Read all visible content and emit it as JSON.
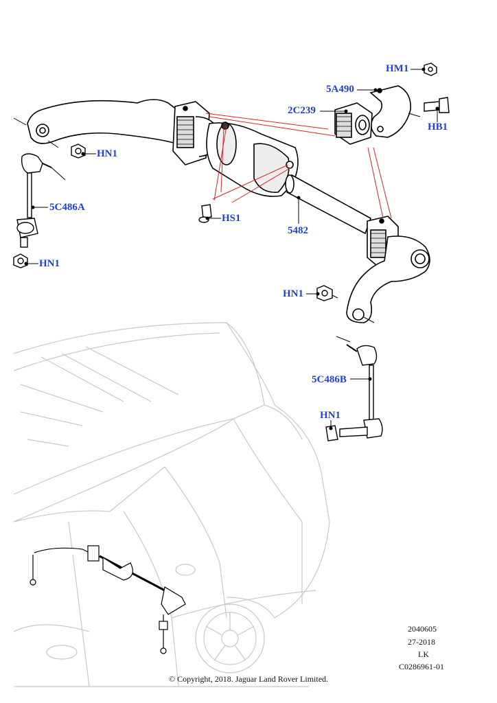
{
  "callouts": {
    "hm1": "HM1",
    "a5_490": "5A490",
    "c2_239": "2C239",
    "hb1": "HB1",
    "hn1_top": "HN1",
    "c5_486a": "5C486A",
    "hn1_left": "HN1",
    "hs1": "HS1",
    "bar_5482": "5482",
    "hn1_mid": "HN1",
    "c5_486b": "5C486B",
    "hn1_lower": "HN1"
  },
  "meta": {
    "code1": "2040605",
    "date": "27-2018",
    "initials": "LK",
    "ref": "C0286961-01"
  },
  "copyright": "© Copyright, 2018. Jaguar Land Rover Limited.",
  "colors": {
    "callout": "#1f3fd8",
    "lines": "#000000",
    "leader_red": "#e02020",
    "vehicle_ghost": "#c8c8c8"
  }
}
